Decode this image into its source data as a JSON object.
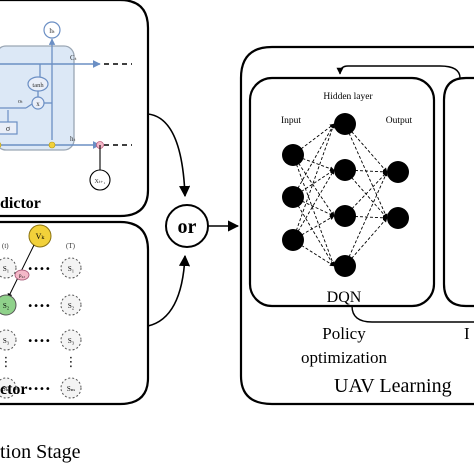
{
  "colors": {
    "line": "#000000",
    "lstm_blue": "#6b8fc4",
    "lstm_cell_fill": "#dce8f6",
    "gate_yellow": "#f2d13a",
    "node_green": "#8fd18a",
    "node_pink": "#f4b8c8",
    "node_grey": "#f4f4f4"
  },
  "lstm_panel": {
    "label": "dictor",
    "h_t_label": "hₜ",
    "c_label": "Cₜ",
    "h_out_label": "hₜ",
    "tanh_label": "tanh",
    "sigma_label": "σ",
    "mult_label": "x",
    "o_label": "oₜ",
    "x_next_label": "Xₜ₊₁"
  },
  "markov_panel": {
    "label": "ctor",
    "time_labels": [
      "(t)",
      "(T)"
    ],
    "v_node": "Vₖ",
    "transition_label": "p₂₂",
    "states_col1": [
      "S₁",
      "S₂",
      "S₃",
      "Sₘ"
    ],
    "states_col2": [
      "S₁",
      "S₂",
      "S₃",
      "Sₘ"
    ],
    "dots": "••••",
    "vdots": "⋮"
  },
  "bottom_caption": "tion Stage",
  "or_label": "or",
  "dqn": {
    "hidden_layer": "Hidden layer",
    "input": "Input",
    "output": "Output",
    "name": "DQN"
  },
  "policy_label": [
    "Policy",
    "optimization"
  ],
  "partial_right_label": "I",
  "uav_label": "UAV Learning"
}
